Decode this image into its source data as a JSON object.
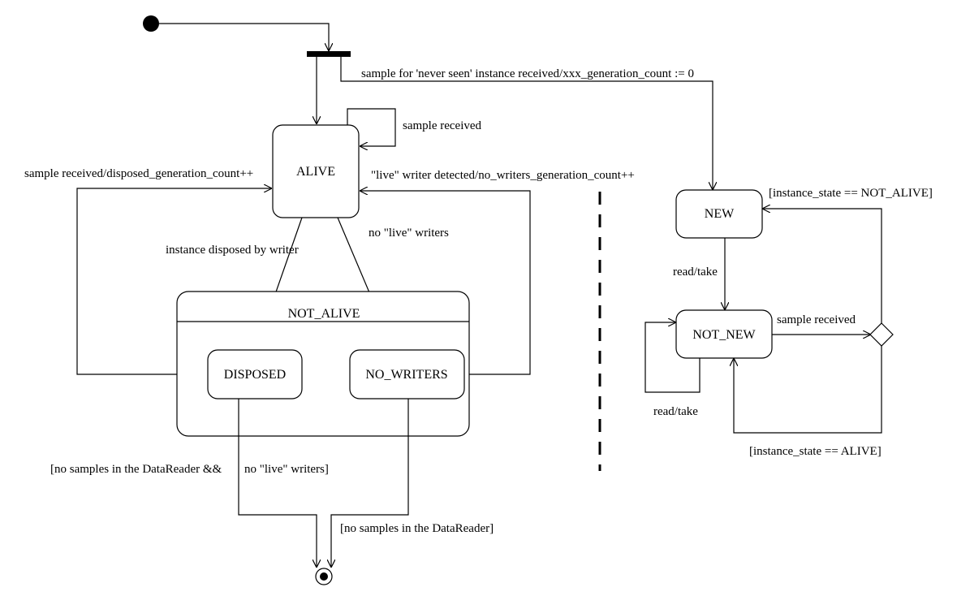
{
  "states": {
    "alive": "ALIVE",
    "not_alive": "NOT_ALIVE",
    "disposed": "DISPOSED",
    "no_writers": "NO_WRITERS",
    "new": "NEW",
    "not_new": "NOT_NEW"
  },
  "transitions": {
    "never_seen": "sample for 'never seen' instance received/xxx_generation_count := 0",
    "sample_received_self": "sample received",
    "disposed_to_alive": "sample received/disposed_generation_count++",
    "writer_detected": "\"live\" writer detected/no_writers_generation_count++",
    "instance_disposed": "instance disposed by writer",
    "no_live_writers": "no \"live\" writers",
    "final_disposed_a": "[no samples in the DataReader &&",
    "final_disposed_b": "no \"live\" writers]",
    "final_no_writers": "[no samples in the DataReader]",
    "read_take_new": "read/take",
    "read_take_self": "read/take",
    "sample_received_not_new": "sample received",
    "guard_not_alive": "[instance_state == NOT_ALIVE]",
    "guard_alive": "[instance_state == ALIVE]"
  }
}
